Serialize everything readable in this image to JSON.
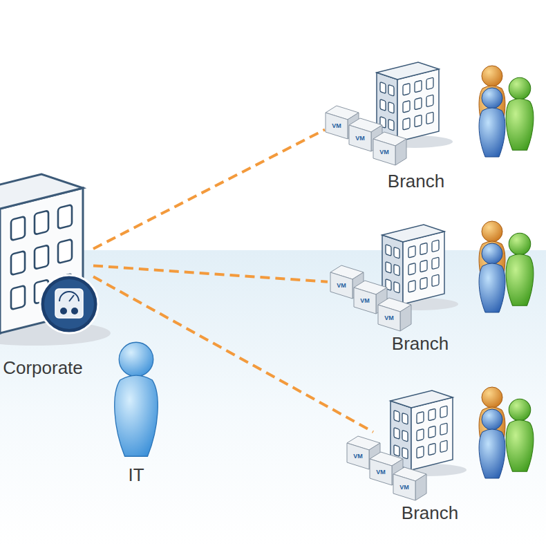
{
  "diagram": {
    "nodes": [
      {
        "text": [
          "Corporate"
        ]
      },
      {
        "text": [
          "Branch"
        ]
      },
      {
        "text": [
          "Branch"
        ]
      },
      {
        "text": [
          "Branch"
        ]
      },
      {
        "text": [
          "IT"
        ]
      }
    ],
    "edges": [
      {
        "from": 0,
        "to": 1,
        "arrow": "none"
      },
      {
        "from": 0,
        "to": 2,
        "arrow": "none"
      },
      {
        "from": 0,
        "to": 3,
        "arrow": "none"
      }
    ],
    "labels": [
      "VM",
      "VM",
      "VM",
      "VM",
      "VM",
      "VM",
      "VM",
      "VM",
      "VM"
    ]
  }
}
